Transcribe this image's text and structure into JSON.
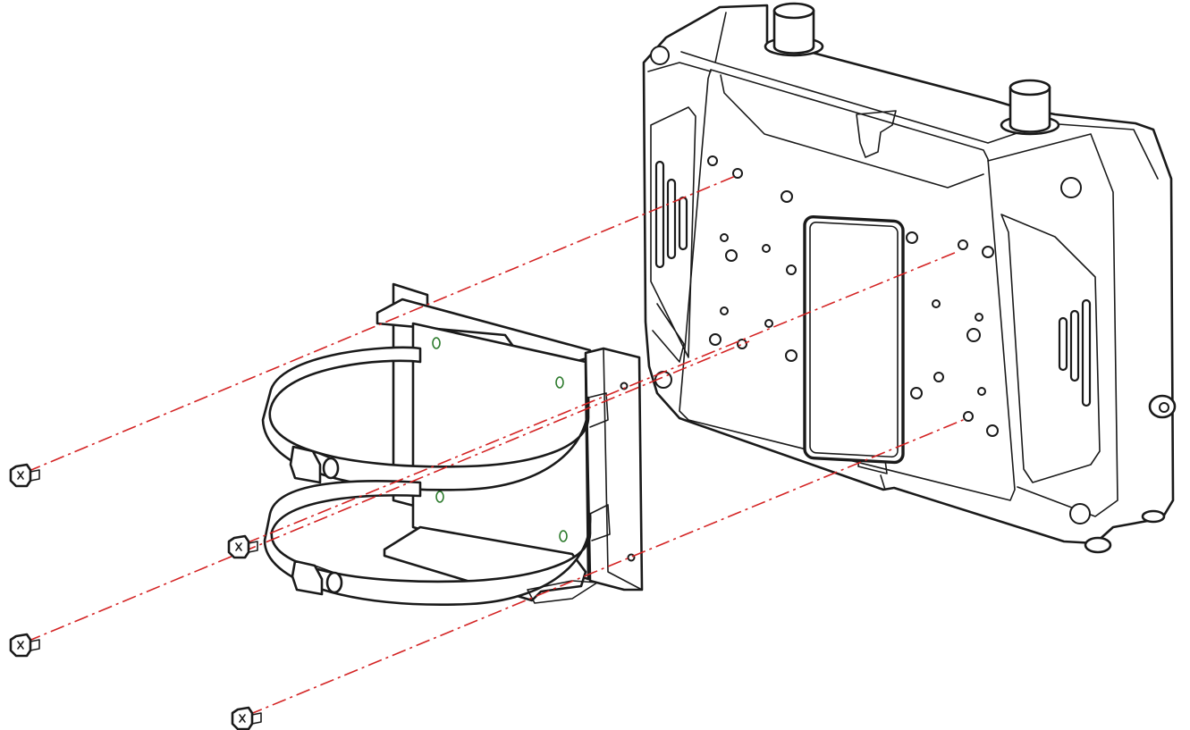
{
  "colors": {
    "outline": "#1a1a1a",
    "guide_line": "#d42424",
    "hole_highlight": "#2b7a2b",
    "background": "#ffffff"
  },
  "parts": [
    "pole-mount-bracket",
    "device-enclosure",
    "mounting-screw-1",
    "mounting-screw-2",
    "mounting-screw-3",
    "mounting-screw-4"
  ]
}
